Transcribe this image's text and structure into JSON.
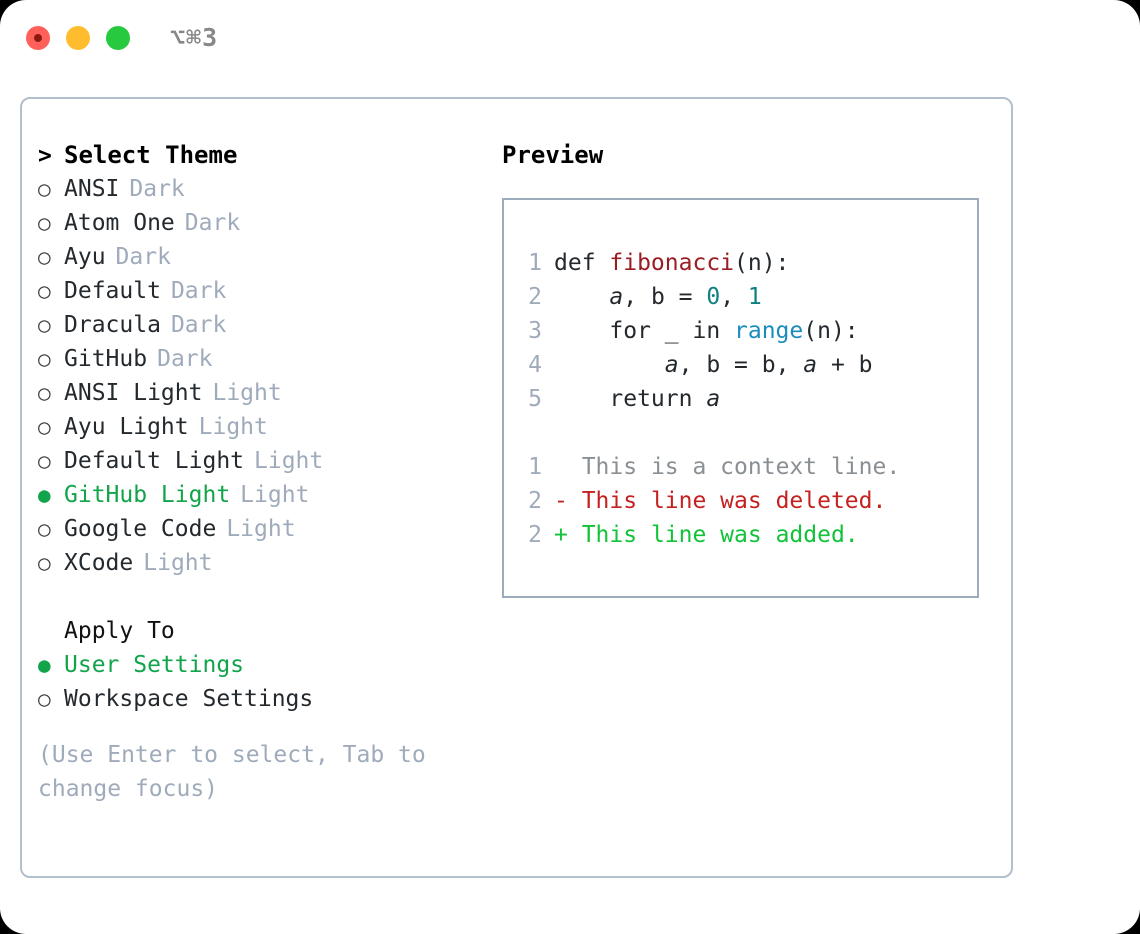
{
  "window": {
    "shortcut": "⌥⌘3",
    "traffic_lights": [
      {
        "name": "close",
        "color": "#ff6059"
      },
      {
        "name": "minimize",
        "color": "#ffbd2e"
      },
      {
        "name": "maximize",
        "color": "#27c93f"
      }
    ]
  },
  "theme_list": {
    "header_marker": ">",
    "header": "Select Theme",
    "marker_unselected": "○",
    "marker_selected": "●",
    "items": [
      {
        "name": "ANSI",
        "kind": "Dark",
        "selected": false
      },
      {
        "name": "Atom One",
        "kind": "Dark",
        "selected": false
      },
      {
        "name": "Ayu",
        "kind": "Dark",
        "selected": false
      },
      {
        "name": "Default",
        "kind": "Dark",
        "selected": false
      },
      {
        "name": "Dracula",
        "kind": "Dark",
        "selected": false
      },
      {
        "name": "GitHub",
        "kind": "Dark",
        "selected": false
      },
      {
        "name": "ANSI Light",
        "kind": "Light",
        "selected": false
      },
      {
        "name": "Ayu Light",
        "kind": "Light",
        "selected": false
      },
      {
        "name": "Default Light",
        "kind": "Light",
        "selected": false
      },
      {
        "name": "GitHub Light",
        "kind": "Light",
        "selected": true
      },
      {
        "name": "Google Code",
        "kind": "Light",
        "selected": false
      },
      {
        "name": "XCode",
        "kind": "Light",
        "selected": false
      }
    ]
  },
  "apply_to": {
    "header": "Apply To",
    "options": [
      {
        "name": "User Settings",
        "selected": true
      },
      {
        "name": "Workspace Settings",
        "selected": false
      }
    ]
  },
  "hint": "(Use Enter to select, Tab to change focus)",
  "preview": {
    "title": "Preview",
    "code_lines": [
      {
        "num": "1",
        "tokens": [
          {
            "t": "def ",
            "c": "kw"
          },
          {
            "t": "fibonacci",
            "c": "fn"
          },
          {
            "t": "(n):",
            "c": "kw"
          }
        ]
      },
      {
        "num": "2",
        "tokens": [
          {
            "t": "    ",
            "c": "kw"
          },
          {
            "t": "a",
            "c": "var"
          },
          {
            "t": ", ",
            "c": "kw"
          },
          {
            "t": "b",
            "c": "kw"
          },
          {
            "t": " = ",
            "c": "kw"
          },
          {
            "t": "0",
            "c": "num"
          },
          {
            "t": ", ",
            "c": "kw"
          },
          {
            "t": "1",
            "c": "num"
          }
        ]
      },
      {
        "num": "3",
        "tokens": [
          {
            "t": "    for _ in ",
            "c": "kw"
          },
          {
            "t": "range",
            "c": "call"
          },
          {
            "t": "(n):",
            "c": "kw"
          }
        ]
      },
      {
        "num": "4",
        "tokens": [
          {
            "t": "        ",
            "c": "kw"
          },
          {
            "t": "a",
            "c": "var"
          },
          {
            "t": ", b = b, ",
            "c": "kw"
          },
          {
            "t": "a",
            "c": "var"
          },
          {
            "t": " + b",
            "c": "kw"
          }
        ]
      },
      {
        "num": "5",
        "tokens": [
          {
            "t": "    return ",
            "c": "kw"
          },
          {
            "t": "a",
            "c": "var"
          }
        ]
      }
    ],
    "diff_lines": [
      {
        "num": "1",
        "sign": "  ",
        "text": "This is a context line.",
        "kind": "ctx"
      },
      {
        "num": "2",
        "sign": "- ",
        "text": "This line was deleted.",
        "kind": "del"
      },
      {
        "num": "2",
        "sign": "+ ",
        "text": "This line was added.",
        "kind": "add"
      }
    ]
  },
  "colors": {
    "accent_green": "#12a44a",
    "muted": "#9fabbb",
    "border": "#b3bfcb",
    "preview_border": "#9dacbd",
    "code_function": "#9b1c22",
    "code_number": "#0e8080",
    "code_call": "#1b8cbc",
    "diff_delete": "#c42121",
    "diff_add": "#12c238",
    "diff_context": "#8a8f94"
  }
}
